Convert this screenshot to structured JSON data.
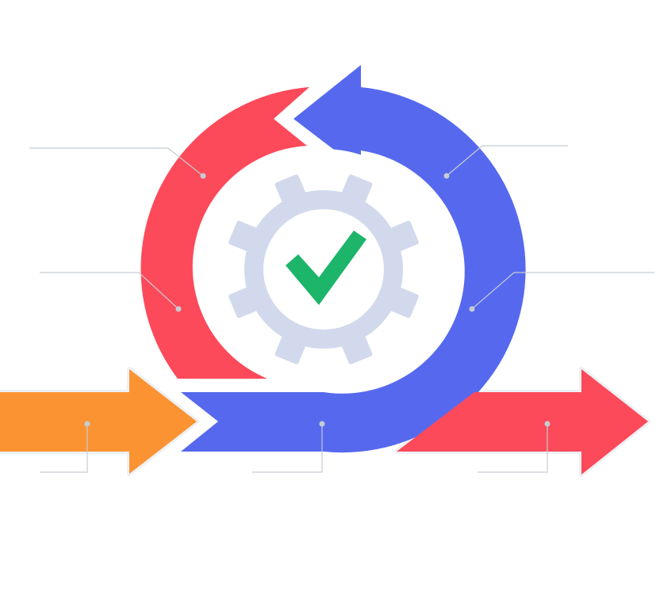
{
  "colors": {
    "red": "#fc4a5a",
    "blue": "#5669ee",
    "orange": "#fb9333",
    "gear": "#d2d9ec",
    "check": "#1db56a",
    "callout": "#c5ccd3",
    "background": "#ffffff"
  },
  "icons": {
    "center": "gear-icon",
    "status": "checkmark-icon"
  },
  "callouts": [
    {
      "id": "top-left"
    },
    {
      "id": "middle-left"
    },
    {
      "id": "top-right"
    },
    {
      "id": "middle-right"
    },
    {
      "id": "bottom-left"
    },
    {
      "id": "bottom-center"
    },
    {
      "id": "bottom-right"
    }
  ]
}
